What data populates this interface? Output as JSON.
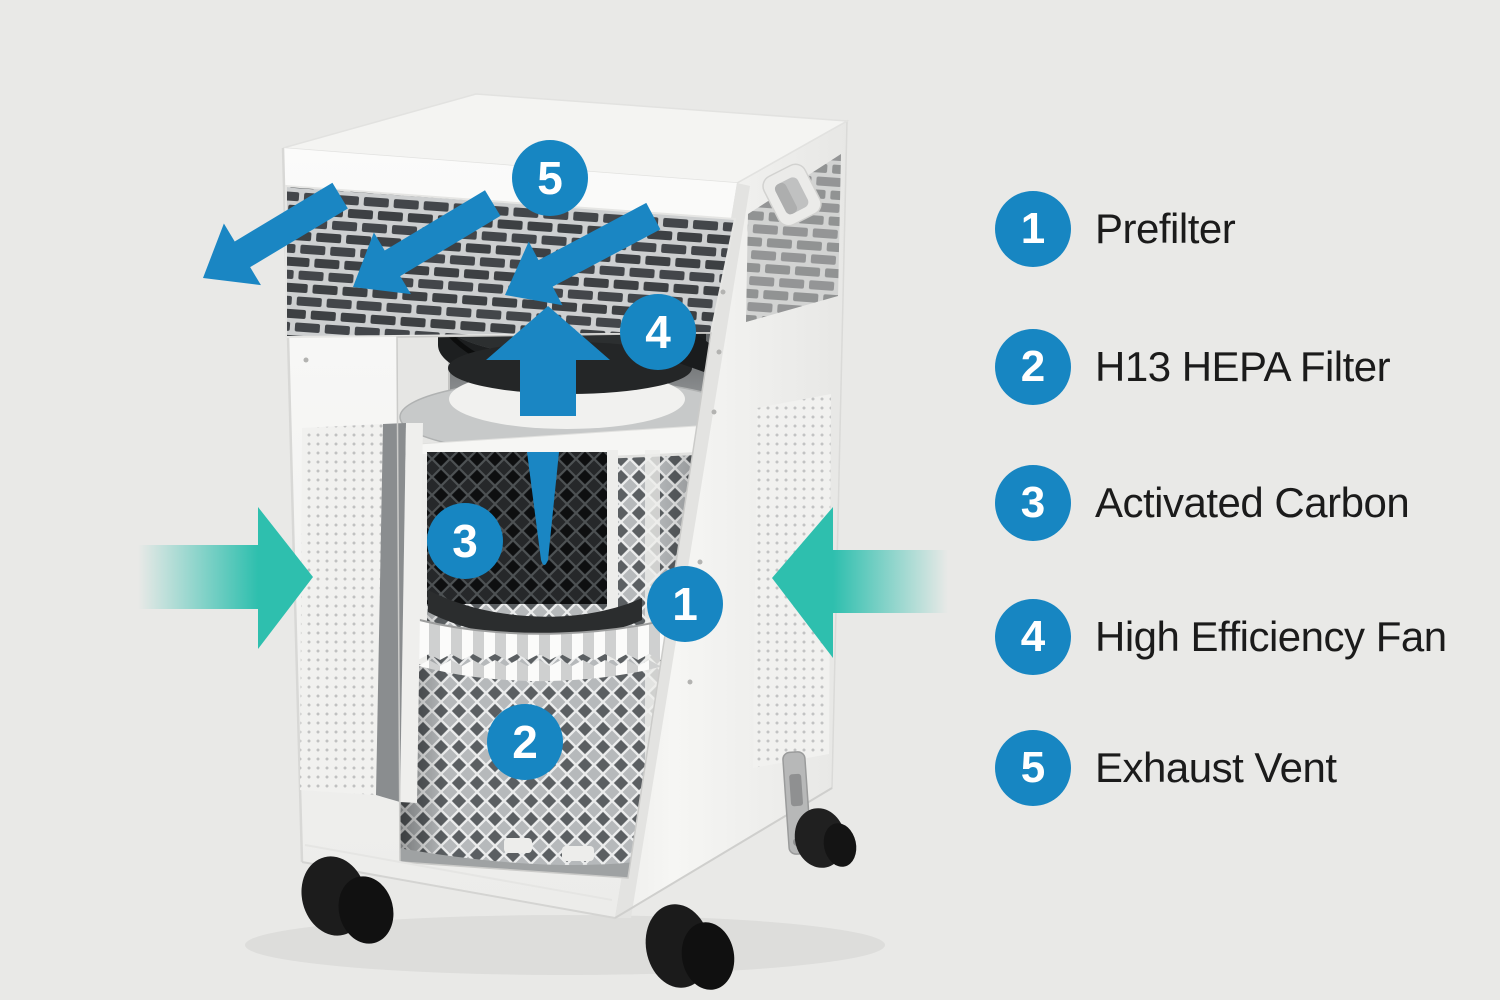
{
  "colors": {
    "background": "#e9e9e7",
    "badge_blue": "#1786c2",
    "arrow_blue": "#1a86c3",
    "intake_teal": "#2ebfae",
    "label_text": "#1b1b1b",
    "cabinet_white": "#f7f7f5",
    "fan_black": "#202223"
  },
  "legend": {
    "items": [
      {
        "number": "1",
        "label": "Prefilter"
      },
      {
        "number": "2",
        "label": "H13 HEPA Filter"
      },
      {
        "number": "3",
        "label": "Activated Carbon"
      },
      {
        "number": "4",
        "label": "High Efficiency Fan"
      },
      {
        "number": "5",
        "label": "Exhaust Vent"
      }
    ]
  },
  "device": {
    "callouts": [
      {
        "number": "1"
      },
      {
        "number": "2"
      },
      {
        "number": "3"
      },
      {
        "number": "4"
      },
      {
        "number": "5"
      }
    ],
    "airflow": {
      "exhaust_arrow_count": 3,
      "intake_arrow_count": 2,
      "internal_arrow_count": 2
    }
  }
}
